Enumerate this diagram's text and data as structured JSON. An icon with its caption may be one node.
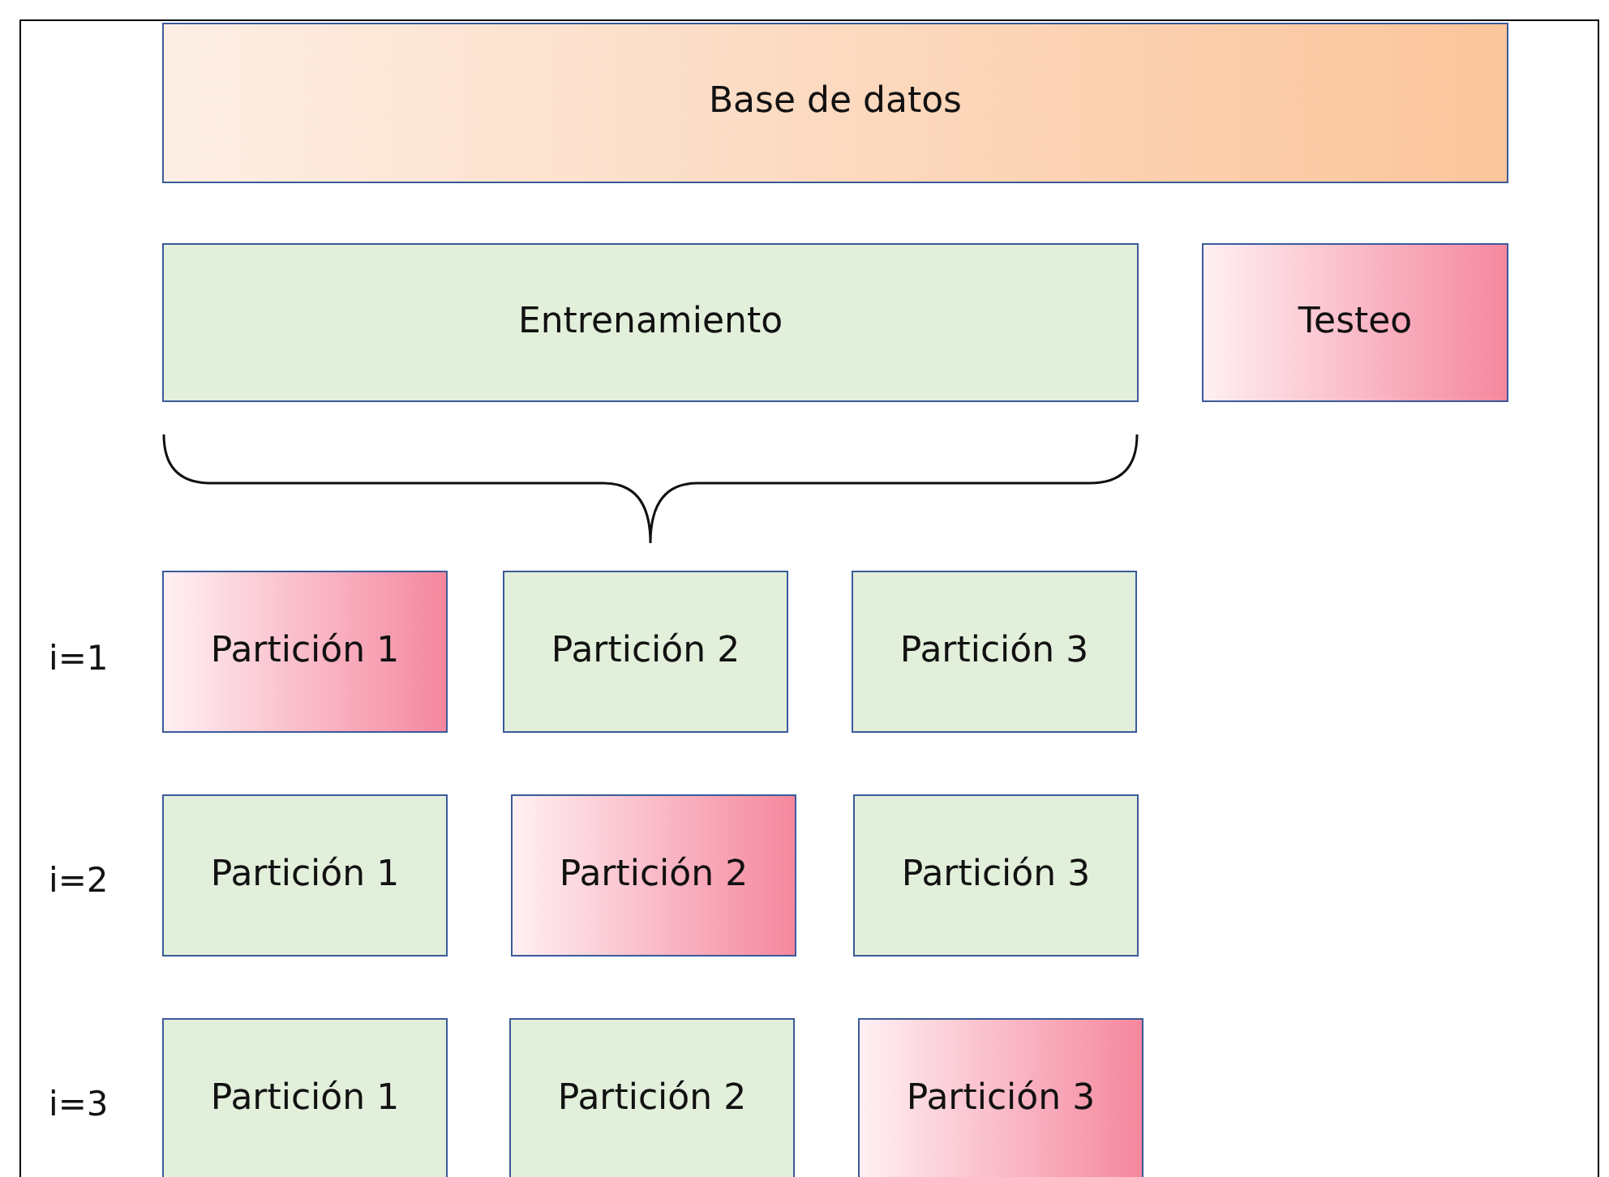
{
  "diagram": {
    "nodes": [
      {
        "text": [
          "Base de datos"
        ]
      },
      {
        "text": [
          "Entrenamiento"
        ]
      },
      {
        "text": [
          "Testeo"
        ]
      },
      {
        "text": [
          "Partición 1"
        ]
      },
      {
        "text": [
          "Partición 2"
        ]
      },
      {
        "text": [
          "Partición 3"
        ]
      },
      {
        "text": [
          "Partición 1"
        ]
      },
      {
        "text": [
          "Partición 2"
        ]
      },
      {
        "text": [
          "Partición 3"
        ]
      },
      {
        "text": [
          "Partición 1"
        ]
      },
      {
        "text": [
          "Partición 2"
        ]
      },
      {
        "text": [
          "Partición 3"
        ]
      }
    ],
    "labels": [
      "i=1",
      "i=2",
      "i=3"
    ]
  }
}
